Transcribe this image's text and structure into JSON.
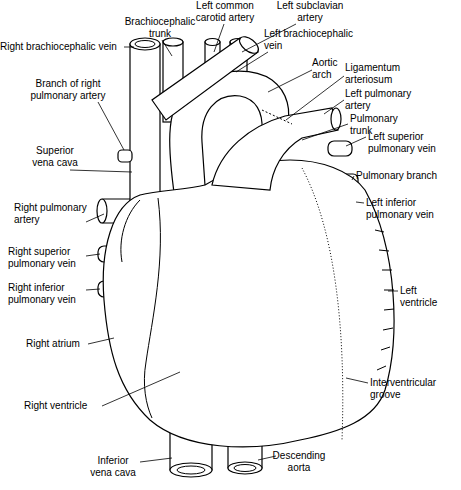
{
  "diagram": {
    "labels": [
      "Left common carotid artery",
      "Left subclavian artery",
      "Brachiocephalic trunk",
      "Left brachiocephalic vein",
      "Right brachiocephalic vein",
      "Aortic arch",
      "Ligamentum arteriosum",
      "Branch of right pulmonary artery",
      "Left pulmonary artery",
      "Pulmonary trunk",
      "Superior vena cava",
      "Left superior pulmonary vein",
      "Pulmonary branch",
      "Right pulmonary artery",
      "Left inferior pulmonary vein",
      "Right superior pulmonary vein",
      "Right inferior pulmonary vein",
      "Left ventricle",
      "Right atrium",
      "Interventricular groove",
      "Right ventricle",
      "Inferior vena cava",
      "Descending aorta"
    ]
  }
}
